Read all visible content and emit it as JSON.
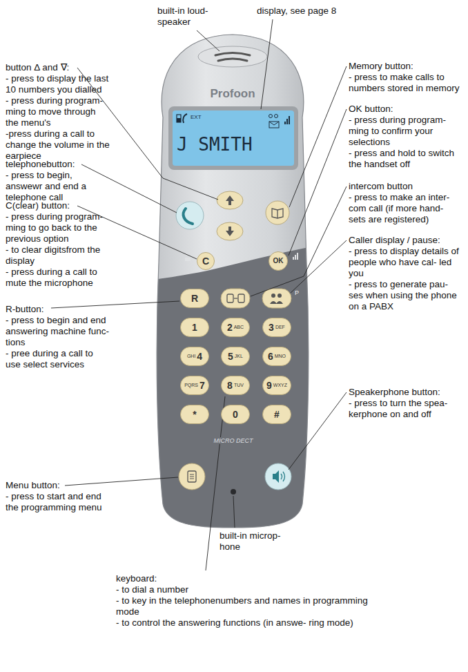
{
  "diagram": {
    "nodes": [
      {
        "text": [
          "Profoon",
          "MICRO DECT"
        ]
      },
      {
        "text": [
          "EXT",
          "J SMITH"
        ],
        "in": 0
      },
      {
        "text": [
          "C"
        ],
        "in": 0
      },
      {
        "text": [
          "OK"
        ],
        "in": 0
      },
      {
        "text": [
          "R"
        ],
        "in": 0
      },
      {
        "text": [
          "1"
        ],
        "in": 0
      },
      {
        "text": [
          "2",
          "ABC"
        ],
        "in": 0
      },
      {
        "text": [
          "3",
          "DEF"
        ],
        "in": 0
      },
      {
        "text": [
          "GHI",
          "4"
        ],
        "in": 0
      },
      {
        "text": [
          "5",
          "JKL"
        ],
        "in": 0
      },
      {
        "text": [
          "6",
          "MNO"
        ],
        "in": 0
      },
      {
        "text": [
          "PQRS",
          "7"
        ],
        "in": 0
      },
      {
        "text": [
          "8",
          "TUV"
        ],
        "in": 0
      },
      {
        "text": [
          "9",
          "WXYZ"
        ],
        "in": 0
      },
      {
        "text": [
          "*"
        ],
        "in": 0
      },
      {
        "text": [
          "0"
        ],
        "in": 0
      },
      {
        "text": [
          "#"
        ],
        "in": 0
      }
    ],
    "labels": [
      "built-in loud- speaker",
      "display, see page 8",
      "button Δ and ∇:",
      "- press to display the last 10 numbers you dialled",
      "- press during program- ming to move through the menu's",
      "-press during a call to change the volume in the earpiece",
      "telephonebutton:",
      "- press to begin, answewr and end a telephone call",
      "C(clear) button:",
      "- press during program- ming to go back to the previous option",
      "- to clear digitsfrom the display",
      "- press during a call to mute the microphone",
      "R-button:",
      "- press to begin and end answering machine func- tions",
      "- pree during a call to use select services",
      "Menu button:",
      "- press to start and end the programming menu",
      "Memory button:",
      "- press to make calls to numbers stored in memory",
      "OK button:",
      "- press during program- ming to confirm your selections",
      "- press and hold to switch the handset off",
      "intercom button",
      "- press to make an inter- com call (if more hand- sets are registered)",
      "Caller display / pause:",
      "- press to display details of people who have cal- led you",
      "- press to generate pau- ses when using the phone on a PABX",
      "Speakerphone button:",
      "- press to turn the spea- kerphone on and off",
      "built-in microp- hone",
      "keyboard:",
      "- to dial a number",
      "- to key in the telephonenumbers and names in programming mode",
      "- to control the answering functions (in answe- ring mode)",
      "P"
    ]
  }
}
